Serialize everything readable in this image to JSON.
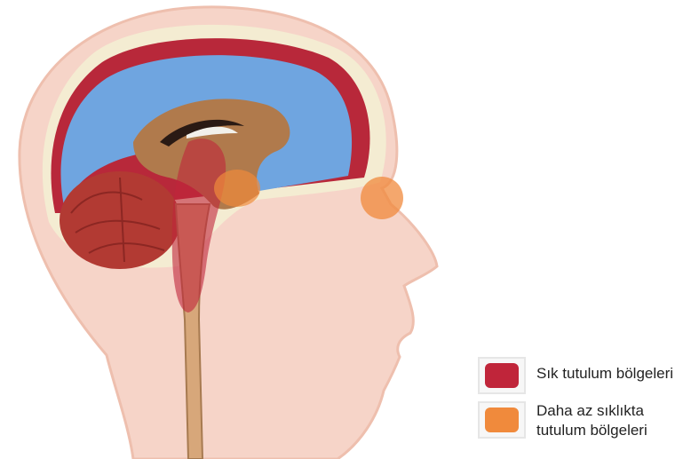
{
  "legend": {
    "items": [
      {
        "lines": [
          "Sık tutulum bölgeleri"
        ],
        "color": "#c0253a"
      },
      {
        "lines": [
          "Daha az sıklıkta",
          "tutulum bölgeleri"
        ],
        "color": "#f08a3c"
      }
    ]
  },
  "colors": {
    "skin": "#f6d4c8",
    "scalp_outline": "#eebfae",
    "skull": "#f4ecd2",
    "dura": "#b8283a",
    "csf": "#6fa5e0",
    "brain": "#b07a4c",
    "cerebellum": "#b23a33",
    "spinal_cord": "#d7a77a"
  }
}
